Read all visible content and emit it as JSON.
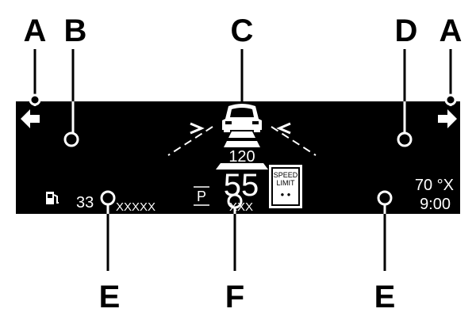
{
  "callouts": {
    "a_left": "A",
    "b": "B",
    "c": "C",
    "d": "D",
    "a_right": "A",
    "e_left": "E",
    "f": "F",
    "e_right": "E"
  },
  "display": {
    "fuel_range": "33",
    "fuel_range_suffix": "XXXXX",
    "gear": "P",
    "speed": "55",
    "speed_unit": "XXX",
    "speed_limit_line1": "SPEED",
    "speed_limit_line2": "LIMIT",
    "speed_limit_value": "• •",
    "set_distance": "120",
    "temperature": "70 °X",
    "clock": "9:00"
  },
  "icons": {
    "left_turn": "arrow-left-icon",
    "right_turn": "arrow-right-icon",
    "fuel": "fuel-pump-icon",
    "vehicle": "car-front-icon"
  },
  "colors": {
    "display_bg": "#000000",
    "display_fg": "#ffffff",
    "page_bg": "#ffffff"
  }
}
